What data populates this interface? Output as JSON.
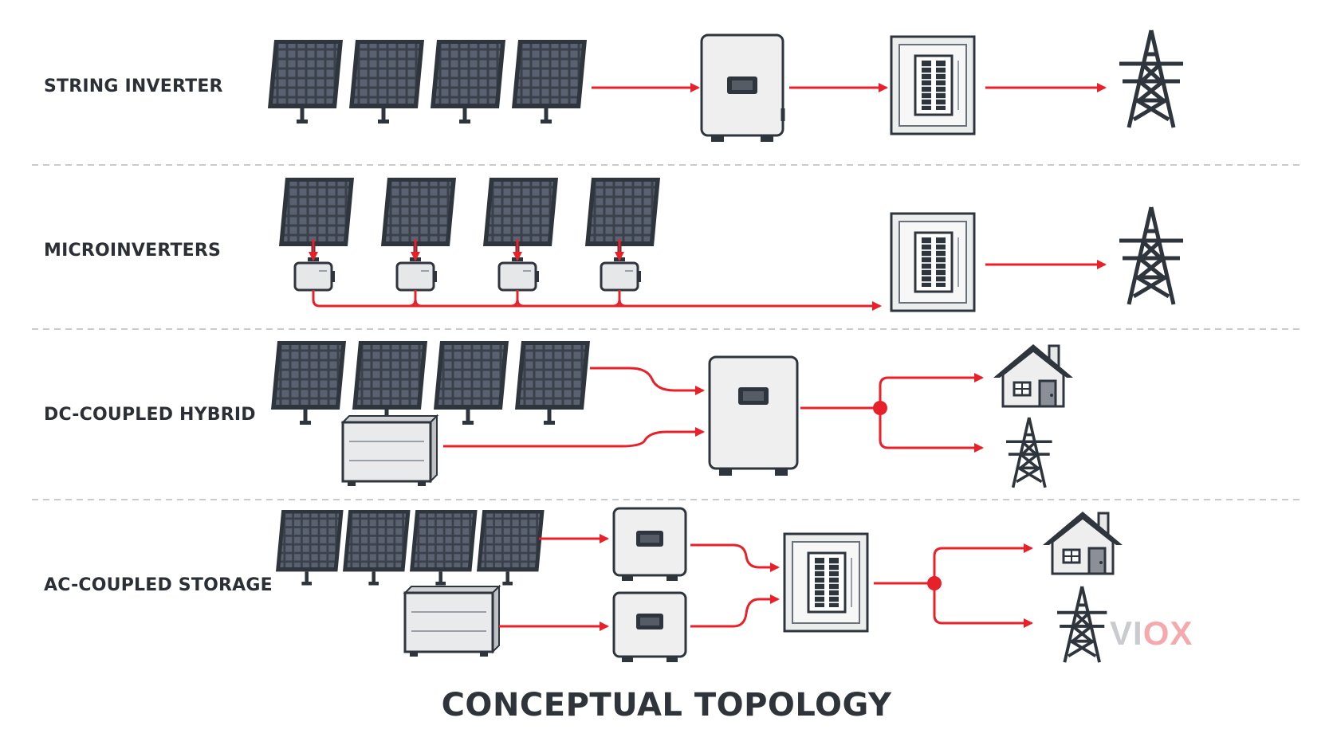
{
  "rows": [
    {
      "label": "STRING INVERTER"
    },
    {
      "label": "MICROINVERTERS"
    },
    {
      "label": "DC-COUPLED HYBRID"
    },
    {
      "label": "AC-COUPLED STORAGE"
    }
  ],
  "footer": {
    "title": "CONCEPTUAL TOPOLOGY"
  },
  "watermark": {
    "text_gray": "VI",
    "text_accent": "OX"
  },
  "colors": {
    "flow": "#e8202a",
    "outline": "#2f353d",
    "panel_fill": "#3b414b",
    "device_fill": "#efefef",
    "divider": "#c8ccd1"
  },
  "icons": [
    "solar-panel-icon",
    "inverter-icon",
    "microinverter-icon",
    "breaker-panel-icon",
    "battery-icon",
    "house-icon",
    "transmission-tower-icon"
  ]
}
